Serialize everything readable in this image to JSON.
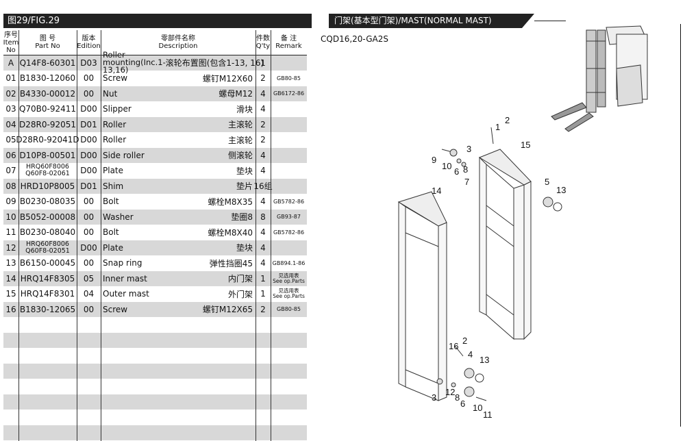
{
  "header": {
    "figure": "图29/FIG.29",
    "title": "门架(基本型门架)/MAST(NORMAL MAST)"
  },
  "model": "CQD16,20-GA2S",
  "columns": {
    "seq_cn": "序号",
    "seq_en1": "Item",
    "seq_en2": "No",
    "part_cn": "图  号",
    "part_en": "Part No",
    "ed_cn": "版本",
    "ed_en": "Edition",
    "desc_cn": "零部件名称",
    "desc_en": "Description",
    "qty_cn": "件数",
    "qty_en": "Q'ty",
    "rem_cn": "备  注",
    "rem_en": "Remark"
  },
  "rows": [
    {
      "no": "A",
      "part": "Q14F8-60301",
      "ed": "D03",
      "en": "Roller mounting(Inc.1-13,16)",
      "cn": "滚轮布置图(包含1-13, 16)",
      "qty": "1",
      "rem": ""
    },
    {
      "no": "01",
      "part": "B1830-12060",
      "ed": "00",
      "en": "Screw",
      "cn": "螺钉M12X60",
      "qty": "2",
      "rem": "GB80-85"
    },
    {
      "no": "02",
      "part": "B4330-00012",
      "ed": "00",
      "en": "Nut",
      "cn": "螺母M12",
      "qty": "4",
      "rem": "GB6172-86"
    },
    {
      "no": "03",
      "part": "Q70B0-92411",
      "ed": "D00",
      "en": "Slipper",
      "cn": "滑块",
      "qty": "4",
      "rem": ""
    },
    {
      "no": "04",
      "part": "D28R0-92051",
      "ed": "D01",
      "en": "Roller",
      "cn": "主滚轮",
      "qty": "2",
      "rem": ""
    },
    {
      "no": "05",
      "part": "D28R0-92041D",
      "ed": "D00",
      "en": "Roller",
      "cn": "主滚轮",
      "qty": "2",
      "rem": ""
    },
    {
      "no": "06",
      "part": "D10P8-00501",
      "ed": "D00",
      "en": "Side roller",
      "cn": "侧滚轮",
      "qty": "4",
      "rem": ""
    },
    {
      "no": "07",
      "part": "HRQ60F8006",
      "part2": "Q60F8-02061",
      "ed": "D00",
      "en": "Plate",
      "cn": "垫块",
      "qty": "4",
      "rem": ""
    },
    {
      "no": "08",
      "part": "HRD10P8005",
      "ed": "D01",
      "en": "Shim",
      "cn": "垫片",
      "qty": "16组",
      "rem": ""
    },
    {
      "no": "09",
      "part": "B0230-08035",
      "ed": "00",
      "en": "Bolt",
      "cn": "螺栓M8X35",
      "qty": "4",
      "rem": "GB5782-86"
    },
    {
      "no": "10",
      "part": "B5052-00008",
      "ed": "00",
      "en": "Washer",
      "cn": "垫圈8",
      "qty": "8",
      "rem": "GB93-87"
    },
    {
      "no": "11",
      "part": "B0230-08040",
      "ed": "00",
      "en": "Bolt",
      "cn": "螺栓M8X40",
      "qty": "4",
      "rem": "GB5782-86"
    },
    {
      "no": "12",
      "part": "HRQ60F8006",
      "part2": "Q60F8-02051",
      "ed": "D00",
      "en": "Plate",
      "cn": "垫块",
      "qty": "4",
      "rem": ""
    },
    {
      "no": "13",
      "part": "B6150-00045",
      "ed": "00",
      "en": "Snap ring",
      "cn": "弹性挡圈45",
      "qty": "4",
      "rem": "GB894.1-86"
    },
    {
      "no": "14",
      "part": "HRQ14F8305",
      "ed": "05",
      "en": "Inner mast",
      "cn": "内门架",
      "qty": "1",
      "rem": "见选用表",
      "rem2": "See op.Parts"
    },
    {
      "no": "15",
      "part": "HRQ14F8301",
      "ed": "04",
      "en": "Outer mast",
      "cn": "外门架",
      "qty": "1",
      "rem": "见选用表",
      "rem2": "See op.Parts"
    },
    {
      "no": "16",
      "part": "B1830-12065",
      "ed": "00",
      "en": "Screw",
      "cn": "螺钉M12X65",
      "qty": "2",
      "rem": "GB80-85"
    }
  ],
  "empty_rows": 8,
  "callouts": [
    "1",
    "2",
    "3",
    "15",
    "9",
    "10",
    "6",
    "8",
    "7",
    "5",
    "13",
    "14",
    "16",
    "2",
    "4",
    "13",
    "3",
    "12",
    "8",
    "6",
    "10",
    "11"
  ]
}
